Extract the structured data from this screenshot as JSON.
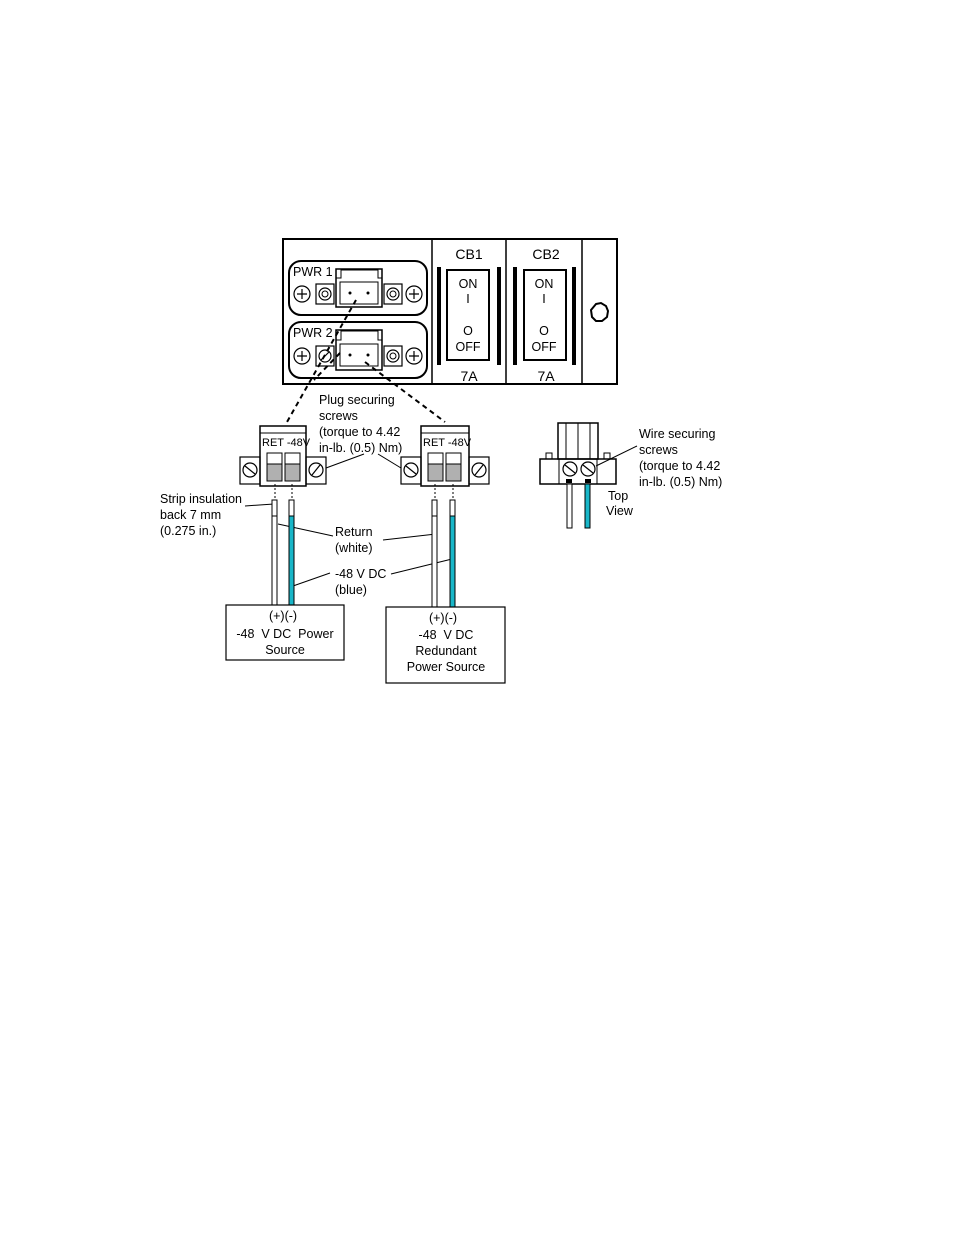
{
  "panel": {
    "pwr1_label": "PWR 1",
    "pwr2_label": "PWR 2",
    "cb1": {
      "title": "CB1",
      "on": "ON",
      "on_symbol": "I",
      "off_symbol": "O",
      "off": "OFF",
      "rating": "7A"
    },
    "cb2": {
      "title": "CB2",
      "on": "ON",
      "on_symbol": "I",
      "off_symbol": "O",
      "off": "OFF",
      "rating": "7A"
    }
  },
  "plugs": {
    "left_label": "RET -48V",
    "right_label": "RET -48V"
  },
  "callouts": {
    "plug_screws": [
      "Plug securing",
      "screws",
      "(torque to 4.42",
      "in-lb. (0.5) Nm)"
    ],
    "strip": [
      "Strip insulation",
      "back 7 mm",
      "(0.275 in.)"
    ],
    "return": [
      "Return",
      "(white)"
    ],
    "dc": [
      "-48 V DC",
      "(blue)"
    ],
    "wire_screws": [
      "Wire securing",
      "screws",
      "(torque to 4.42",
      "in-lb. (0.5) Nm)"
    ],
    "top_view": [
      "Top",
      "View"
    ]
  },
  "sources": {
    "left": [
      "(+)(-)",
      "-48  V DC  Power",
      "Source"
    ],
    "right": [
      "(+)(-)",
      "-48  V DC",
      "Redundant",
      "Power Source"
    ]
  },
  "colors": {
    "blue_wire": "#19b6c8",
    "gray_terminal": "#b0b0b0"
  }
}
